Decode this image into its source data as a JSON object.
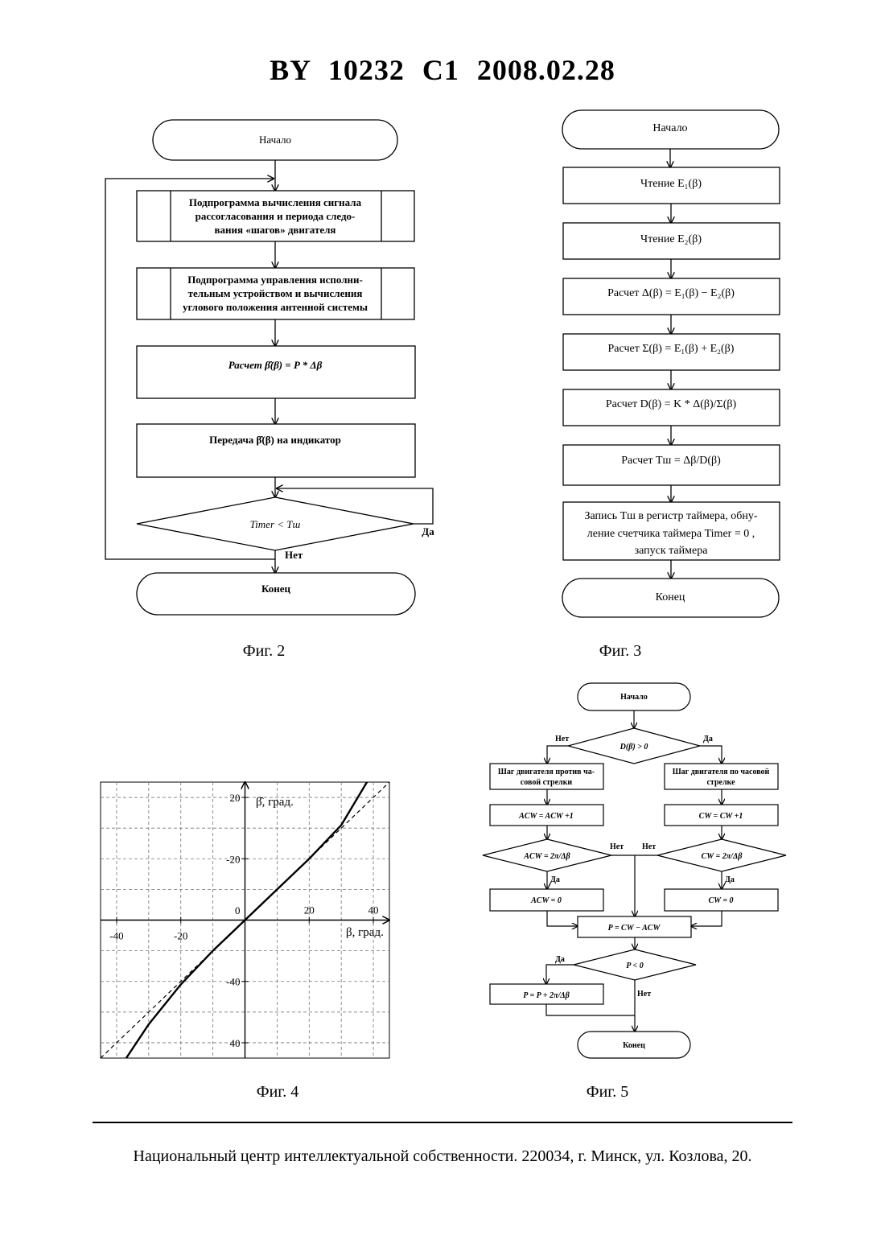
{
  "header": {
    "title": "BY 10232 C1 2008.02.28"
  },
  "fig2": {
    "caption": "Фиг. 2",
    "start": "Начало",
    "sub1": [
      "Подпрограмма вычисления сигнала",
      "рассогласования и периода следо-",
      "вания «шагов» двигателя"
    ],
    "sub2": [
      "Подпрограмма управления исполни-",
      "тельным устройством и вычисления",
      "углового положения антенной системы"
    ],
    "calc": "Расчет β̂(β) = P * Δβ",
    "transfer": "Передача β̂(β) на индикатор",
    "decision": "Timer < Tш",
    "yes": "Да",
    "no": "Нет",
    "end": "Конец"
  },
  "fig3": {
    "caption": "Фиг. 3",
    "start": "Начало",
    "steps": [
      "Чтение E₁(β)",
      "Чтение E₂(β)",
      "Расчет Δ(β) = E₁(β) − E₂(β)",
      "Расчет Σ(β) = E₁(β) + E₂(β)",
      "Расчет D(β) = K * Δ(β)/Σ(β)",
      "Расчет Tш = Δβ/D(β)"
    ],
    "last": [
      "Запись Tш в регистр таймера, обну-",
      "ление счетчика таймера Timer = 0 ,",
      "запуск таймера"
    ],
    "end": "Конец"
  },
  "fig4": {
    "caption": "Фиг. 4",
    "ylabel": "β̂, град.",
    "xlabel": "β, град.",
    "origin": "0",
    "xticks": [
      "-40",
      "-20",
      "20",
      "40"
    ],
    "yticks": [
      "40",
      "20",
      "-20",
      "-40"
    ]
  },
  "fig5": {
    "caption": "Фиг. 5",
    "start": "Начало",
    "d1": "D(β) > 0",
    "no": "Нет",
    "yes": "Да",
    "left1": [
      "Шаг двигателя против ча-",
      "совой стрелки"
    ],
    "right1": [
      "Шаг двигателя по часовой",
      "стрелке"
    ],
    "left2": "ACW = ACW +1",
    "right2": "CW = CW +1",
    "ld": "ACW = 2π/Δβ",
    "rd": "CW = 2π/Δβ",
    "left3": "ACW = 0",
    "right3": "CW = 0",
    "pcalc": "P = CW − ACW",
    "d3": "P < 0",
    "padj": "P = P + 2π/Δβ",
    "end": "Конец"
  },
  "chart_data": {
    "type": "line",
    "xlabel": "β, град.",
    "ylabel": "β̂, град.",
    "xlim": [
      -45,
      45
    ],
    "ylim": [
      -45,
      45
    ],
    "xticks": [
      -40,
      -20,
      20,
      40
    ],
    "yticks": [
      -40,
      40,
      20,
      -20
    ],
    "grid": true,
    "series": [
      {
        "style": "solid",
        "x": [
          -37,
          -30,
          -20,
          -10,
          0,
          10,
          20,
          30,
          38
        ],
        "y": [
          -45,
          -34,
          -21,
          -10,
          0,
          10,
          20,
          31,
          45
        ]
      },
      {
        "style": "dashed",
        "x": [
          -45,
          45
        ],
        "y": [
          -45,
          45
        ]
      }
    ]
  },
  "footer": {
    "text": "Национальный центр интеллектуальной собственности. 220034, г. Минск, ул. Козлова, 20."
  }
}
